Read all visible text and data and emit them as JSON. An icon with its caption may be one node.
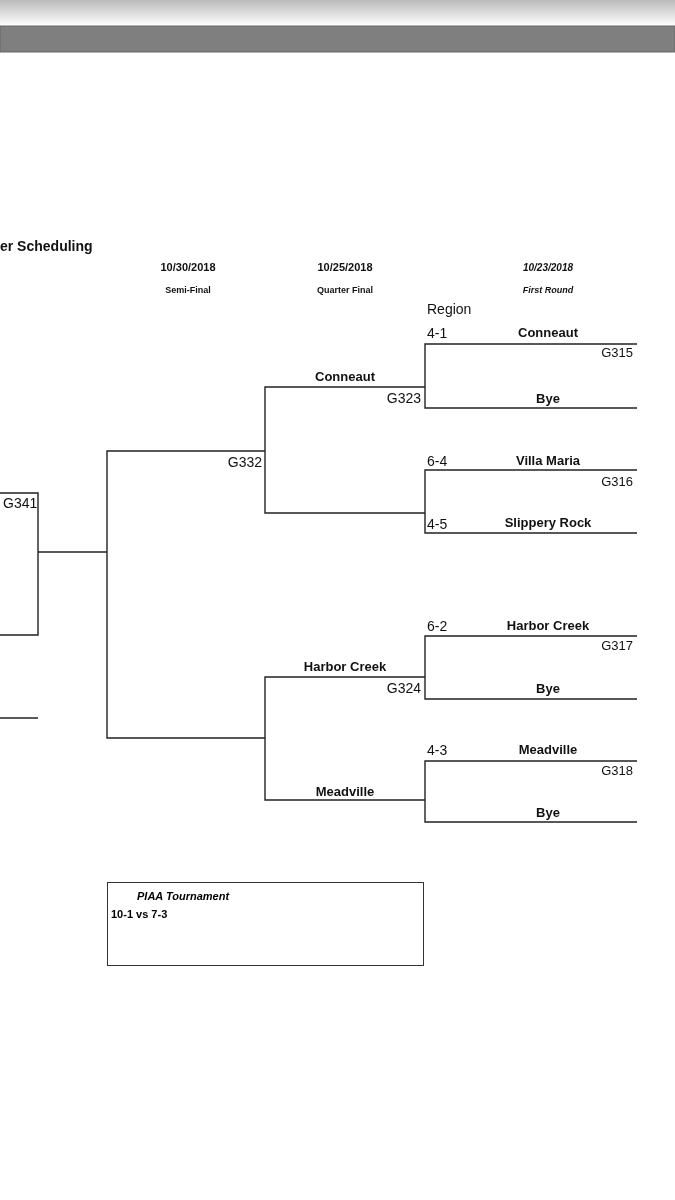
{
  "diagram": {
    "nodes": [
      {
        "text": [
          "PIAA Tournament",
          "10-1 vs 7-3"
        ]
      }
    ],
    "labels": [
      "er Scheduling",
      "10/30/2018",
      "Semi-Final",
      "10/25/2018",
      "Quarter Final",
      "10/23/2018",
      "First Round",
      "Region",
      "4-1",
      "Conneaut",
      "G315",
      "Conneaut",
      "G323",
      "Bye",
      "G332",
      "6-4",
      "Villa Maria",
      "G341",
      "G316",
      "4-5",
      "Slippery Rock",
      "6-2",
      "Harbor Creek",
      "G317",
      "Harbor Creek",
      "G324",
      "Bye",
      "4-3",
      "Meadville",
      "G318",
      "Meadville",
      "Bye"
    ]
  }
}
